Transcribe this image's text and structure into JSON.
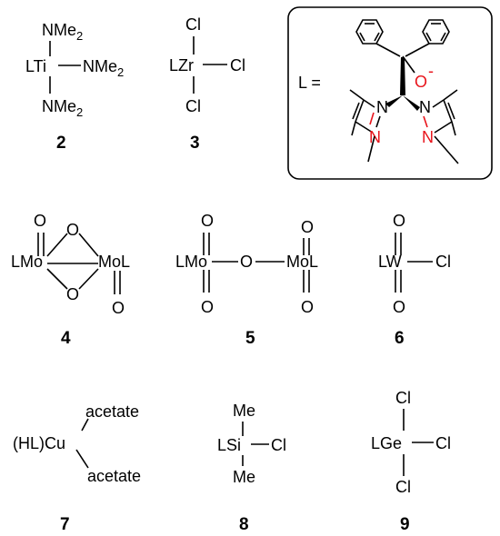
{
  "compounds": {
    "c2": {
      "number": "2",
      "top": "NMe",
      "top_sub": "2",
      "left": "LTi",
      "right": "NMe",
      "right_sub": "2",
      "bottom": "NMe",
      "bottom_sub": "2"
    },
    "c3": {
      "number": "3",
      "top": "Cl",
      "left": "LZr",
      "right": "Cl",
      "bottom": "Cl"
    },
    "c4": {
      "number": "4",
      "left": "LMo",
      "right": "MoL",
      "o_top_left": "O",
      "o_bridge_top": "O",
      "o_bridge_bottom": "O",
      "o_bottom_right": "O"
    },
    "c5": {
      "number": "5",
      "left": "LMo",
      "bridge": "O",
      "right": "MoL",
      "o_left_top": "O",
      "o_left_bottom": "O",
      "o_right_top": "O",
      "o_right_bottom": "O"
    },
    "c6": {
      "number": "6",
      "center": "LW",
      "right": "Cl",
      "o_top": "O",
      "o_bottom": "O"
    },
    "c7": {
      "number": "7",
      "center": "(HL)Cu",
      "upper": "acetate",
      "lower": "acetate"
    },
    "c8": {
      "number": "8",
      "center": "LSi",
      "top": "Me",
      "right": "Cl",
      "bottom": "Me"
    },
    "c9": {
      "number": "9",
      "center": "LGe",
      "top": "Cl",
      "right": "Cl",
      "bottom": "Cl"
    }
  },
  "ligand": {
    "label": "L =",
    "oxygen": "O",
    "charge": "-",
    "n1_left": "N",
    "n2_left": "N",
    "n1_right": "N",
    "n2_right": "N",
    "colors": {
      "heteroatom": "#e8141b",
      "bond": "#000000"
    }
  }
}
